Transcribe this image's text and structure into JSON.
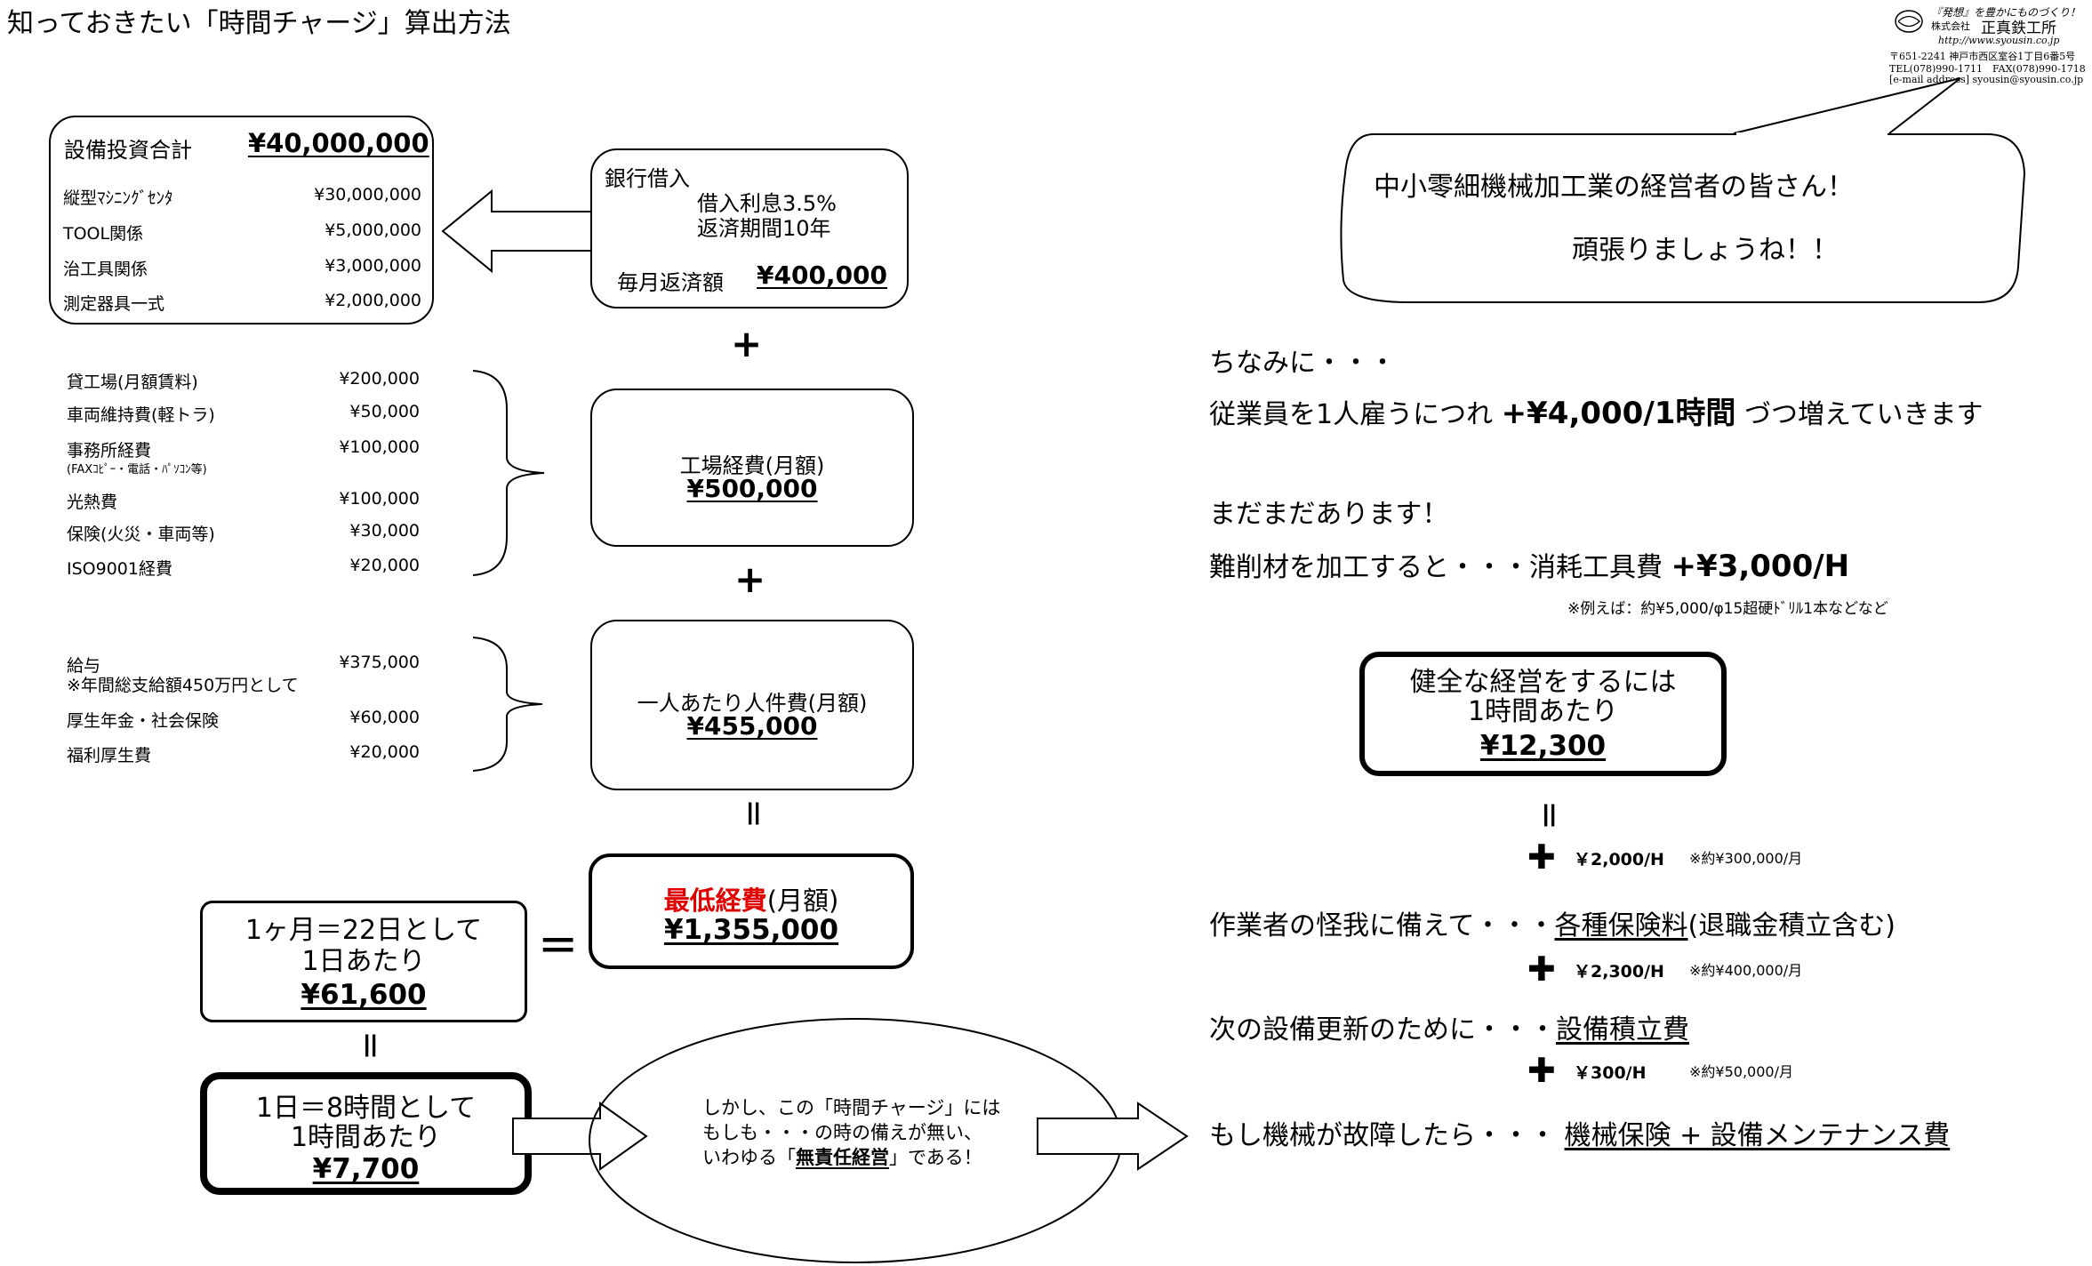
{
  "title": "知っておきたい「時間チャージ」算出方法",
  "company": {
    "slogan": "『発想』を豊かにものづくり！",
    "name_prefix": "株式会社",
    "name": "正真鉄工所",
    "url": "http://www.syousin.co.jp",
    "address": "〒651-2241 神戸市西区室谷1丁目6番5号",
    "tel_fax": "TEL(078)990-1711　FAX(078)990-1718",
    "email": "[e-mail address]  syousin@syousin.co.jp"
  },
  "equipment": {
    "title": "設備投資合計",
    "total": "¥40,000,000",
    "items": [
      {
        "label": "縦型ﾏｼﾆﾝｸﾞｾﾝﾀ",
        "value": "¥30,000,000"
      },
      {
        "label": "TOOL関係",
        "value": "¥5,000,000"
      },
      {
        "label": "治工具関係",
        "value": "¥3,000,000"
      },
      {
        "label": "測定器具一式",
        "value": "¥2,000,000"
      }
    ]
  },
  "loan": {
    "title": "銀行借入",
    "rate": "借入利息3.5%",
    "period": "返済期間10年",
    "monthly_label": "毎月返済額",
    "monthly_value": "¥400,000"
  },
  "factory_items": [
    {
      "label": "貸工場(月額賃料)",
      "sub": "",
      "value": "¥200,000"
    },
    {
      "label": "車両維持費(軽トラ)",
      "sub": "",
      "value": "¥50,000"
    },
    {
      "label": "事務所経費",
      "sub": "(FAXｺﾋﾟｰ・電話・ﾊﾟｿｺﾝ等)",
      "value": "¥100,000"
    },
    {
      "label": "光熱費",
      "sub": "",
      "value": "¥100,000"
    },
    {
      "label": "保険(火災・車両等)",
      "sub": "",
      "value": "¥30,000"
    },
    {
      "label": "ISO9001経費",
      "sub": "",
      "value": "¥20,000"
    }
  ],
  "factory_box": {
    "label": "工場経費(月額)",
    "value": "¥500,000"
  },
  "labor_items": [
    {
      "label": "給与",
      "sub": "※年間総支給額450万円として",
      "value": "¥375,000"
    },
    {
      "label": "厚生年金・社会保険",
      "sub": "",
      "value": "¥60,000"
    },
    {
      "label": "福利厚生費",
      "sub": "",
      "value": "¥20,000"
    }
  ],
  "labor_box": {
    "label": "一人あたり人件費(月額)",
    "value": "¥455,000"
  },
  "symbols": {
    "plus": "+",
    "equals": "=",
    "cross": "✚"
  },
  "min_cost": {
    "label_red": "最低経費",
    "label_rest": "(月額)",
    "value": "¥1,355,000"
  },
  "daily": {
    "line1": "1ヶ月＝22日として",
    "line2": "1日あたり",
    "value": "¥61,600"
  },
  "hourly": {
    "line1": "1日＝8時間として",
    "line2": "1時間あたり",
    "value": "¥7,700"
  },
  "warning": {
    "line1": "しかし、この「時間チャージ」には",
    "line2": "もしも・・・の時の備えが無い、",
    "line3_pre": "いわゆる「",
    "line3_bold": "無責任経営",
    "line3_post": "」である！"
  },
  "speech": {
    "line1": "中小零細機械加工業の経営者の皆さん！",
    "line2": "頑張りましょうね！！"
  },
  "notes": {
    "incidentally": "ちなみに・・・",
    "employee_pre": "従業員を1人雇うにつれ",
    "employee_value": "+¥4,000/1時間",
    "employee_post": "づつ増えていきます",
    "more": "まだまだあります！",
    "difficult_pre": "難削材を加工すると・・・消耗工具費",
    "difficult_value": "+¥3,000/H",
    "example": "※例えば：約¥5,000/φ15超硬ﾄﾞﾘﾙ1本などなど"
  },
  "healthy": {
    "line1": "健全な経営をするには",
    "line2": "1時間あたり",
    "value": "¥12,300"
  },
  "breakdown": [
    {
      "amount": "￥2,000/H",
      "monthly": "※約¥300,000/月",
      "text_pre": "作業者の怪我に備えて・・・",
      "text_u": "各種保険料",
      "text_post": "(退職金積立含む)"
    },
    {
      "amount": "￥2,300/H",
      "monthly": "※約¥400,000/月",
      "text_pre": "次の設備更新のために・・・",
      "text_u": "設備積立費",
      "text_post": ""
    },
    {
      "amount": "￥300/H",
      "monthly": "※約¥50,000/月",
      "text_pre": "もし機械が故障したら・・・ ",
      "text_u": "機械保険 + 設備メンテナンス費",
      "text_post": ""
    }
  ]
}
